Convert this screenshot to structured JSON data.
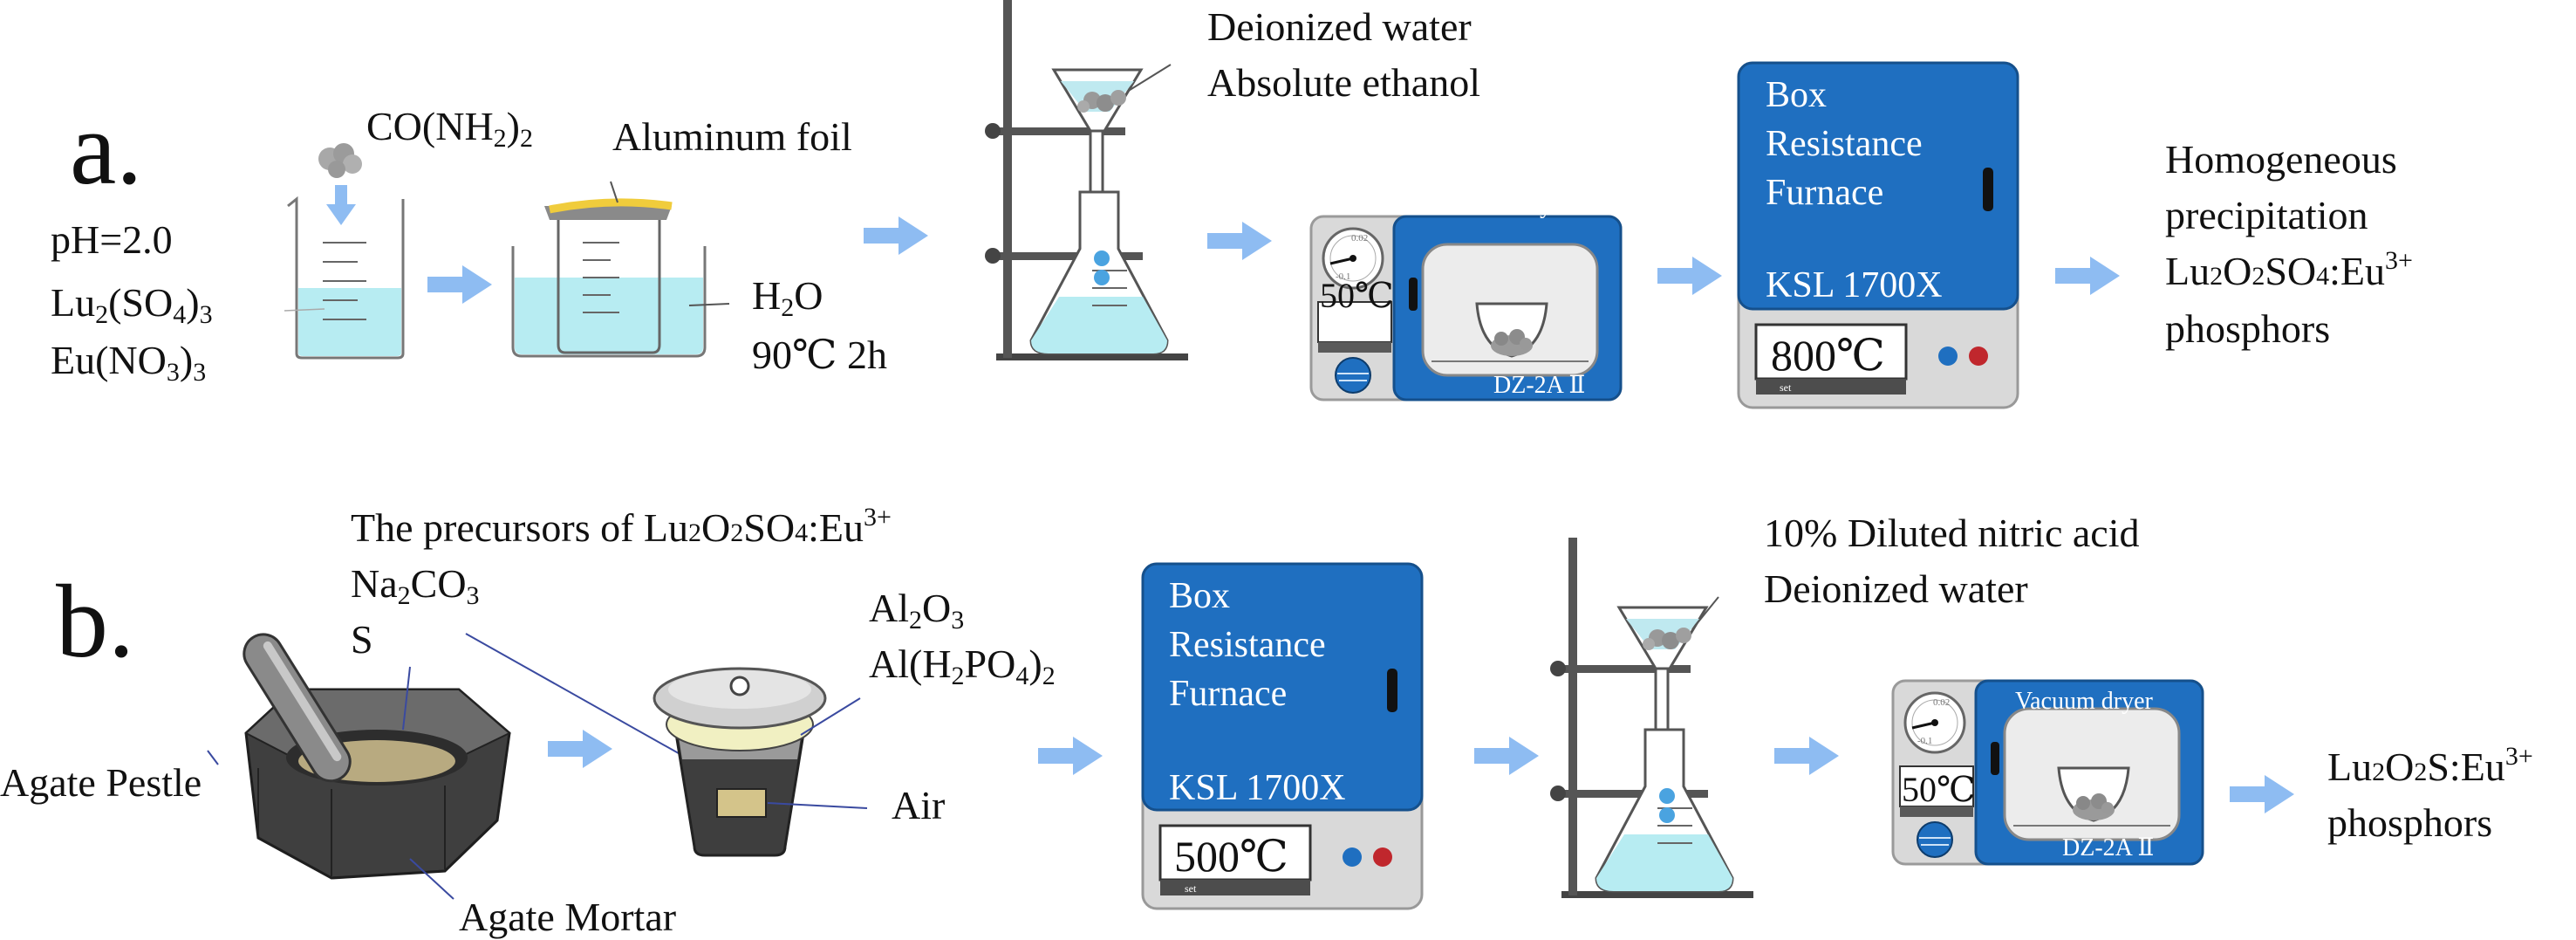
{
  "colors": {
    "arrow": "#8ebcf2",
    "panel_blue": "#1f6fc0",
    "water": "#b7ecf2",
    "steel": "#d8d8d8",
    "mortar": "#4a4a4a",
    "powder": "#b8aa80"
  },
  "row_a": {
    "label": "a.",
    "reactants": {
      "ph": "pH=2.0",
      "lu_a": "Lu",
      "lu_sub1": "2",
      "lu_b": "(SO",
      "lu_sub2": "4",
      "lu_c": ")",
      "lu_sub3": "3",
      "eu_a": "Eu(NO",
      "eu_sub1": "3",
      "eu_b": ")",
      "eu_sub2": "3"
    },
    "urea": {
      "a": "CO(NH",
      "sub": "2",
      "b": ")",
      "sub2": "2"
    },
    "foil": "Aluminum foil",
    "water": {
      "a": "H",
      "sub": "2",
      "b": "O"
    },
    "condition": "90℃  2h",
    "wash": {
      "line1": "Deionized water",
      "line2": "Absolute ethanol"
    },
    "dryer": {
      "title": "Vacuum dryer",
      "temp": "50℃",
      "model": "DZ-2A Ⅱ"
    },
    "furnace": {
      "line1": "Box",
      "line2": "Resistance",
      "line3": "Furnace",
      "model": "KSL 1700X",
      "temp": "800℃",
      "set": "set"
    },
    "product": {
      "line1": "Homogeneous",
      "line2": "precipitation",
      "f_a": "Lu",
      "f_s1": "2",
      "f_b": "O",
      "f_s2": "2",
      "f_c": "SO",
      "f_s3": "4",
      "f_d": ":Eu",
      "f_sup": "3+",
      "line4": "phosphors"
    }
  },
  "row_b": {
    "label": "b.",
    "precursors": {
      "a": "The precursors of  Lu",
      "s1": "2",
      "b": "O",
      "s2": "2",
      "c": "SO",
      "s3": "4",
      "d": ":Eu",
      "sup": "3+"
    },
    "na2co3": {
      "a": "Na",
      "s1": "2",
      "b": "CO",
      "s2": "3"
    },
    "sulfur": "S",
    "pestle": "Agate Pestle",
    "mortar": "Agate Mortar",
    "crucible": {
      "al2o3_a": "Al",
      "al2o3_s1": "2",
      "al2o3_b": "O",
      "al2o3_s2": "3",
      "alp_a": "Al(H",
      "alp_s1": "2",
      "alp_b": "PO",
      "alp_s2": "4",
      "alp_c": ")",
      "alp_s3": "2"
    },
    "air": "Air",
    "furnace": {
      "line1": "Box",
      "line2": "Resistance",
      "line3": "Furnace",
      "model": "KSL 1700X",
      "temp": "500℃",
      "set": "set"
    },
    "wash": {
      "line1": "10% Diluted nitric acid",
      "line2": "Deionized water"
    },
    "dryer": {
      "title": "Vacuum dryer",
      "temp": "50℃",
      "model": "DZ-2A Ⅱ"
    },
    "product": {
      "f_a": "Lu",
      "f_s1": "2",
      "f_b": "O",
      "f_s2": "2",
      "f_c": "S:Eu",
      "f_sup": "3+",
      "line2": "phosphors"
    }
  }
}
